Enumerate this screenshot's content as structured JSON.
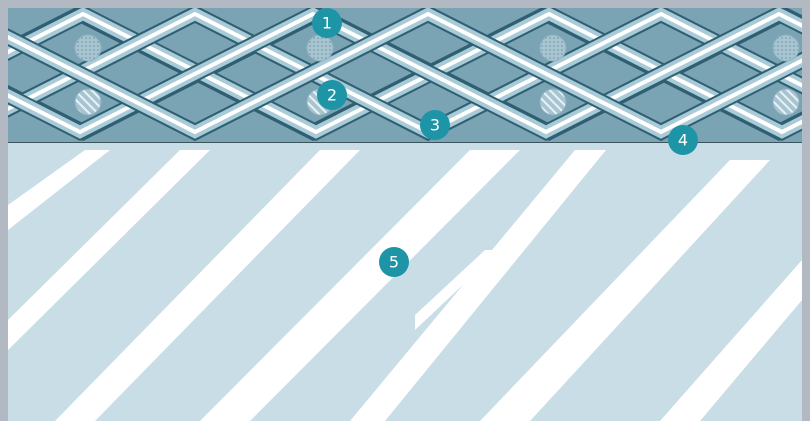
{
  "diagram": {
    "callouts": [
      {
        "id": "callout-1",
        "label": "1"
      },
      {
        "id": "callout-2",
        "label": "2"
      },
      {
        "id": "callout-3",
        "label": "3"
      },
      {
        "id": "callout-4",
        "label": "4"
      },
      {
        "id": "callout-5",
        "label": "5"
      }
    ]
  },
  "colors": {
    "background_frame": "#b3b9c2",
    "mesh_band": "#7aa3b4",
    "wire_dark": "#2f5f72",
    "wire_highlight": "#ffffff",
    "lower_panel": "#c9dde6",
    "stripes": "#ffffff",
    "callout": "#1e95a6"
  }
}
